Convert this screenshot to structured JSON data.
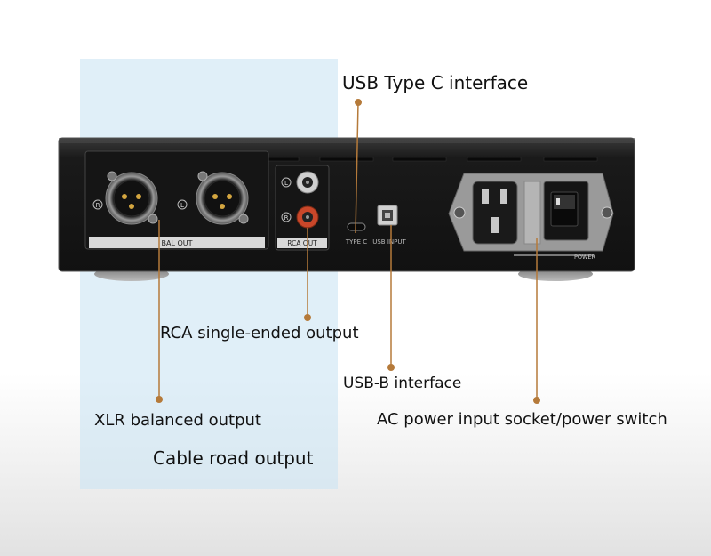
{
  "colors": {
    "highlight": "#cce4f4",
    "leader": "#b57a3a",
    "chassis": "#1c1c1c",
    "panel_label": "#d8d8d8"
  },
  "labels": {
    "usb_type_c": "USB Type C interface",
    "rca_output": "RCA single-ended output",
    "usb_b": "USB-B interface",
    "xlr_output": "XLR balanced output",
    "ac_power": "AC power input socket/power switch",
    "cable_road": "Cable road output"
  },
  "panel": {
    "bal_out": "BAL OUT",
    "rca_out": "RCA OUT",
    "type_c": "TYPE C",
    "usb_input": "USB INPUT",
    "power": "POWER",
    "left": "L",
    "right": "R"
  },
  "icons": {
    "xlr_connector": "xlr-connector-icon",
    "rca_jack": "rca-jack-icon",
    "usb_b_port": "usb-b-port-icon",
    "usb_c_port": "usb-c-port-icon",
    "iec_socket": "iec-power-socket-icon",
    "rocker_switch": "rocker-switch-icon"
  }
}
